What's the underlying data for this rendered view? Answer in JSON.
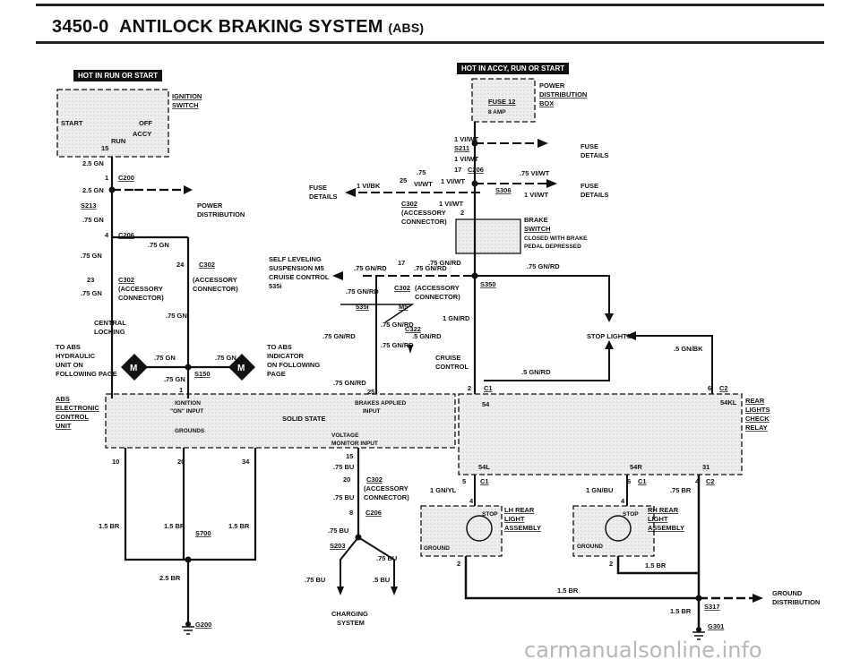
{
  "header": {
    "page_num": "3450-0",
    "title": "ANTILOCK BRAKING SYSTEM",
    "title_suffix": "(ABS)"
  },
  "hot_labels": {
    "left": "HOT IN RUN OR START",
    "right": "HOT IN ACCY, RUN OR START"
  },
  "ignition": {
    "title": "IGNITION",
    "title2": "SWITCH",
    "start": "START",
    "off": "OFF",
    "accy": "ACCY",
    "run": "RUN",
    "pin": "15"
  },
  "fuse_box": {
    "fuse": "FUSE 12",
    "amp": "8 AMP",
    "power": "POWER",
    "dist": "DISTRIBUTION",
    "box": "BOX"
  },
  "left_labels": {
    "w1": "2.5 GN",
    "c200": "C200",
    "c200pin": "1",
    "w2": "2.5 GN",
    "s213": "S213",
    "power_dist": "POWER",
    "power_dist2": "DISTRIBUTION",
    "w3": ".75 GN",
    "c206": "C206",
    "c206pin": "4",
    "w4": ".75 GN",
    "w5": ".75 GN",
    "c302pin24": "24",
    "c302a": "C302",
    "acc1": "(ACCESSORY",
    "conn1": "CONNECTOR)",
    "c302pin23": "23",
    "c302b": "C302",
    "w6": ".75 GN",
    "acc2": "(ACCESSORY",
    "conn2": "CONNECTOR)",
    "w7": ".75 GN",
    "central": "CENTRAL",
    "locking": "LOCKING",
    "to_abs1": "TO ABS",
    "to_abs2": "HYDRAULIC",
    "to_abs3": "UNIT ON",
    "to_abs4": "FOLLOWING PAGE",
    "w8": ".75 GN",
    "w9": ".75 GN",
    "s150": "S150",
    "w10": ".75 GN",
    "pin1": "1",
    "to_ind1": "TO ABS",
    "to_ind2": "INDICATOR",
    "to_ind3": "ON FOLLOWING",
    "to_ind4": "PAGE"
  },
  "middle_labels": {
    "fuse_details": "FUSE",
    "fuse_details2": "DETAILS",
    "vibk": "1 VI/BK",
    "pin25": "25",
    "w75": ".75",
    "viwt": "VI/WT",
    "c302": "C302",
    "acc": "(ACCESSORY",
    "conn": "CONNECTOR)",
    "self1": "SELF LEVELING",
    "self2": "SUSPENSION M5",
    "self3": "CRUISE CONTROL",
    "self4": "535i",
    "gnrd1": ".75 GN/RD",
    "pin17": "17",
    "gnrd2": ".75 GN/RD",
    "gnrd3": ".75 GN/RD",
    "c302c": "C302",
    "acc3": "(ACCESSORY",
    "conn3": "CONNECTOR)",
    "m535": "535i",
    "m5": "M5",
    "gnrd4": ".75 GN/RD",
    "c322": "C322",
    "gnrd5": ".75 GN/RD",
    "gnrd6": ".5 GN/RD",
    "gnrd7": ".75 GN/RD",
    "gnrd1b": "1 GN/RD",
    "cruise": "CRUISE",
    "control": "CONTROL",
    "gnrd8": ".75 GN/RD",
    "pin25b": "25"
  },
  "right_labels": {
    "viwt1": "1 VI/WT",
    "s211": "S211",
    "fuse_d1": "FUSE",
    "fuse_d1b": "DETAILS",
    "viwt2": "1 VI/WT",
    "pin17": "17",
    "c206": "C206",
    "viwt3": ".75 VI/WT",
    "viwt4": "1 VI/WT",
    "fuse_d2": "FUSE",
    "fuse_d2b": "DETAILS",
    "s306": "S306",
    "viwt5": "1 VI/WT",
    "viwt6": "1 VI/WT",
    "pin2": "2",
    "brake": "BRAKE",
    "switch": "SWITCH",
    "closed": "CLOSED WITH BRAKE",
    "pedal": "PEDAL DEPRESSED",
    "gnrd_top": ".75 GN/RD",
    "gnrd_r": ".75 GN/RD",
    "s350": "S350",
    "stop": "STOP LIGHTS",
    "gnbk": ".5 GN/BK",
    "gnrd_b": ".5 GN/RD",
    "pin2b": "2",
    "c1": "C1",
    "pin6": "6",
    "c2": "C2"
  },
  "ecu": {
    "abs1": "ABS",
    "abs2": "ELECTRONIC",
    "abs3": "CONTROL",
    "abs4": "UNIT",
    "ign1": "IGNITION",
    "ign2": "\"ON\" INPUT",
    "brakes1": "BRAKES APPLIED",
    "brakes2": "INPUT",
    "solid": "SOLID STATE",
    "grounds": "GROUNDS",
    "volt1": "VOLTAGE",
    "volt2": "MONITOR INPUT",
    "p10": "10",
    "p20": "20",
    "p34": "34",
    "p15": "15",
    "p54": "54"
  },
  "relay": {
    "rear": "REAR",
    "lights": "LIGHTS",
    "check": "CHECK",
    "relay": "RELAY",
    "p54kl": "54KL",
    "p54l": "54L",
    "p54r": "54R",
    "p31": "31"
  },
  "bottom_labels": {
    "br1": "1.5 BR",
    "br2": "1.5 BR",
    "br3": "1.5 BR",
    "s700": "S700",
    "br4": "2.5 BR",
    "g200": "G200",
    "p20": "20",
    "c302": "C302",
    "acc": "(ACCESSORY",
    "conn": "CONNECTOR)",
    "bu1": ".75 BU",
    "bu2": ".75 BU",
    "p8": "8",
    "c206": "C206",
    "bu3": ".75 BU",
    "s203": "S203",
    "bu4": ".75 BU",
    "bu5": ".75 BU",
    "bu6": ".5 BU",
    "charging": "CHARGING",
    "system": "SYSTEM",
    "p5": "5",
    "c1a": "C1",
    "gnyl": "1 GN/YL",
    "p4a": "4",
    "lh1": "LH REAR",
    "lh2": "LIGHT",
    "lh3": "ASSEMBLY",
    "stopL": "STOP",
    "groundL": "GROUND",
    "p2L": "2",
    "p6": "6",
    "c1b": "C1",
    "gnbu": "1 GN/BU",
    "p4b": "4",
    "p4c": "4",
    "c2": "C2",
    "br75": ".75 BR",
    "rh1": "RH REAR",
    "rh2": "LIGHT",
    "rh3": "ASSEMBLY",
    "stopR": "STOP",
    "groundR": "GROUND",
    "p2R": "2",
    "br5": "1.5 BR",
    "br6": "1.5 BR",
    "br7": "1.5 BR",
    "s317": "S317",
    "ground": "GROUND",
    "distribution": "DISTRIBUTION",
    "g301": "G301"
  },
  "watermark": "carmanualsonline.info",
  "colors": {
    "ink": "#111111",
    "shade": "#e3e3e3",
    "hot": "#111111"
  }
}
